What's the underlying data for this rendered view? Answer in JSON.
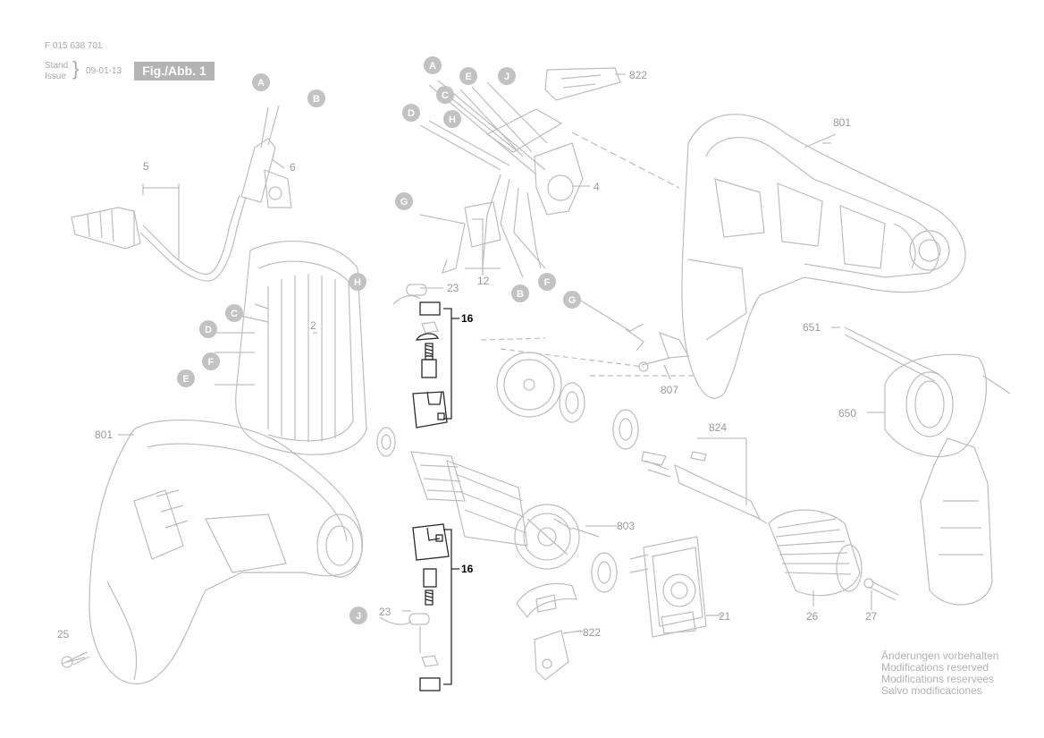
{
  "document": {
    "doc_number": "F 015 638 701",
    "stand_label": "Stand",
    "issue_label": "Issue",
    "date": "09-01-13",
    "figure_label": "Fig./Abb. 1"
  },
  "parts": {
    "p2": "2",
    "p4": "4",
    "p5": "5",
    "p6": "6",
    "p12": "12",
    "p16a": "16",
    "p16b": "16",
    "p21": "21",
    "p23a": "23",
    "p23b": "23",
    "p25": "25",
    "p26": "26",
    "p27": "27",
    "p650": "650",
    "p651": "651",
    "p801a": "801",
    "p801b": "801",
    "p803": "803",
    "p807": "807",
    "p822a": "822",
    "p822b": "822",
    "p824": "824"
  },
  "wire_markers": {
    "A1": "A",
    "B1": "B",
    "A2": "A",
    "E1": "E",
    "J1": "J",
    "C1": "C",
    "H1": "H",
    "D1": "D",
    "G1": "G",
    "B2": "B",
    "F1": "F",
    "H2": "H",
    "G2": "G",
    "C2": "C",
    "D2": "D",
    "F2": "F",
    "E2": "E",
    "J2": "J"
  },
  "footer": {
    "line1": "Änderungen vorbehalten",
    "line2": "Modifications reserved",
    "line3": "Modifications reservees",
    "line4": "Salvo modificaciones"
  },
  "colors": {
    "line_light": "#bdbdbd",
    "label_grey": "#9a9a9a",
    "marker_fill": "#c2c2c2",
    "dark_part": "#2a2a2a"
  }
}
